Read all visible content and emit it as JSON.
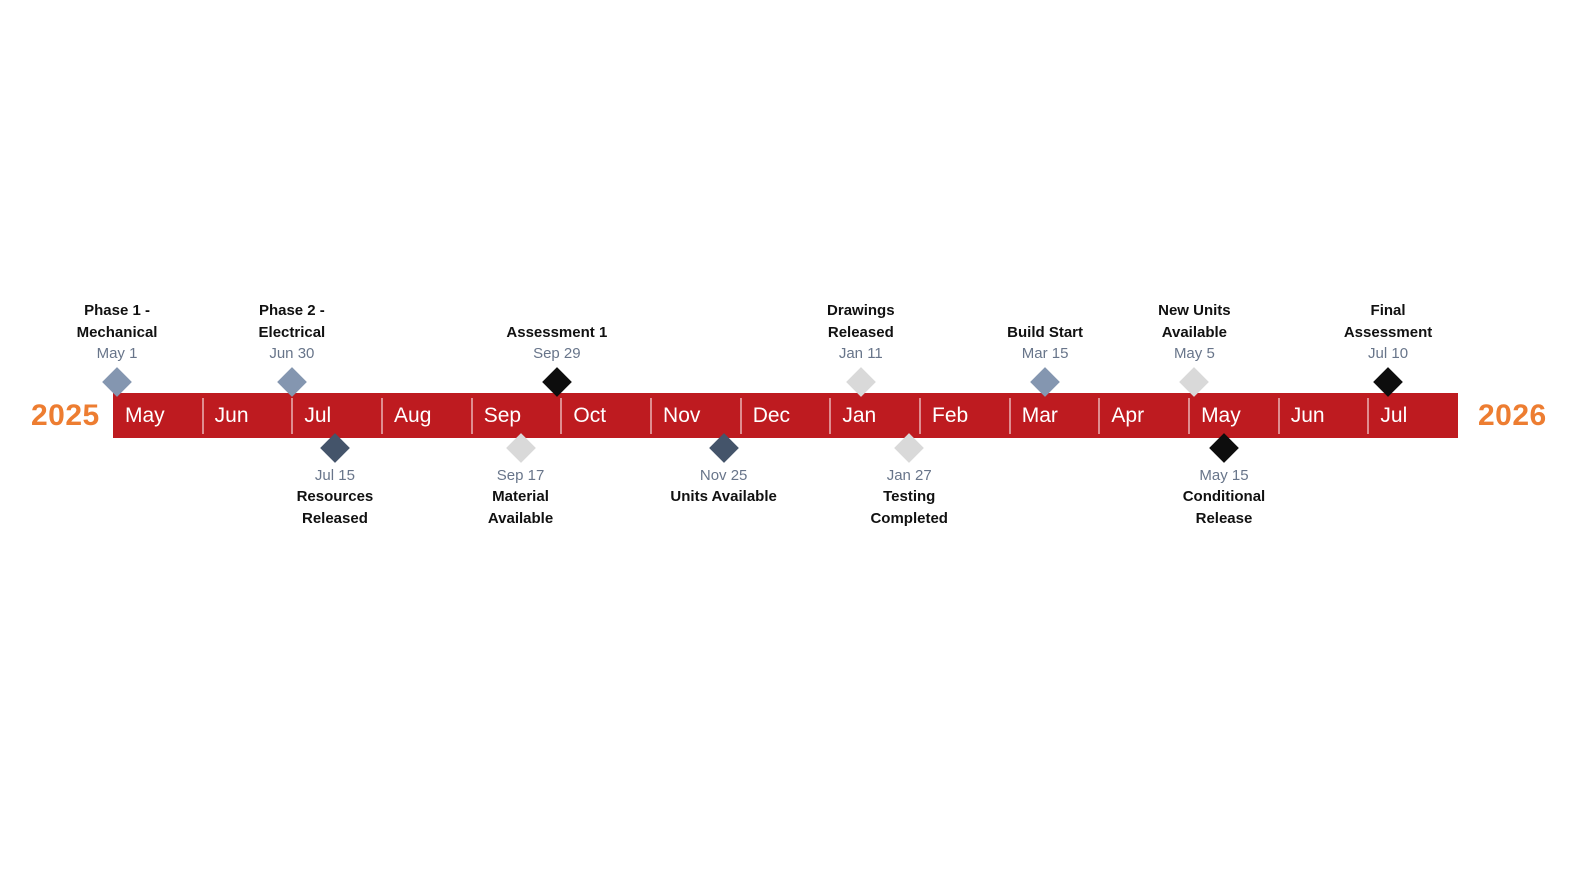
{
  "timeline": {
    "start_year": "2025",
    "end_year": "2026",
    "year_color": "#ED7D31",
    "bar_color": "#BE1B20",
    "months": [
      "May",
      "Jun",
      "Jul",
      "Aug",
      "Sep",
      "Oct",
      "Nov",
      "Dec",
      "Jan",
      "Feb",
      "Mar",
      "Apr",
      "May",
      "Jun",
      "Jul"
    ],
    "milestones": [
      {
        "title_lines": [
          "Phase 1 -",
          "Mechanical"
        ],
        "date": "May 1",
        "side": "above",
        "pos_pct": 0.3,
        "color": "#8496B0",
        "textured": false
      },
      {
        "title_lines": [
          "Phase 2 -",
          "Electrical"
        ],
        "date": "Jun 30",
        "side": "above",
        "pos_pct": 13.3,
        "color": "#8496B0",
        "textured": false
      },
      {
        "title_lines": [
          "Resources",
          "Released"
        ],
        "date": "Jul 15",
        "side": "below",
        "pos_pct": 16.5,
        "color": "#44546A",
        "textured": true
      },
      {
        "title_lines": [
          "Material",
          "Available"
        ],
        "date": "Sep 17",
        "side": "below",
        "pos_pct": 30.3,
        "color": "#D9D9D9",
        "textured": false
      },
      {
        "title_lines": [
          "Assessment 1"
        ],
        "date": "Sep 29",
        "side": "above",
        "pos_pct": 33.0,
        "color": "#0D0D0D",
        "textured": false
      },
      {
        "title_lines": [
          "Units Available"
        ],
        "date": "Nov 25",
        "side": "below",
        "pos_pct": 45.4,
        "color": "#44546A",
        "textured": true
      },
      {
        "title_lines": [
          "Drawings",
          "Released"
        ],
        "date": "Jan 11",
        "side": "above",
        "pos_pct": 55.6,
        "color": "#D9D9D9",
        "textured": false
      },
      {
        "title_lines": [
          "Testing",
          "Completed"
        ],
        "date": "Jan 27",
        "side": "below",
        "pos_pct": 59.2,
        "color": "#D9D9D9",
        "textured": false
      },
      {
        "title_lines": [
          "Build Start"
        ],
        "date": "Mar 15",
        "side": "above",
        "pos_pct": 69.3,
        "color": "#8496B0",
        "textured": false
      },
      {
        "title_lines": [
          "New Units",
          "Available"
        ],
        "date": "May 5",
        "side": "above",
        "pos_pct": 80.4,
        "color": "#D9D9D9",
        "textured": false
      },
      {
        "title_lines": [
          "Conditional",
          "Release"
        ],
        "date": "May 15",
        "side": "below",
        "pos_pct": 82.6,
        "color": "#0D0D0D",
        "textured": false
      },
      {
        "title_lines": [
          "Final",
          "Assessment"
        ],
        "date": "Jul 10",
        "side": "above",
        "pos_pct": 94.8,
        "color": "#0D0D0D",
        "textured": false
      }
    ]
  }
}
